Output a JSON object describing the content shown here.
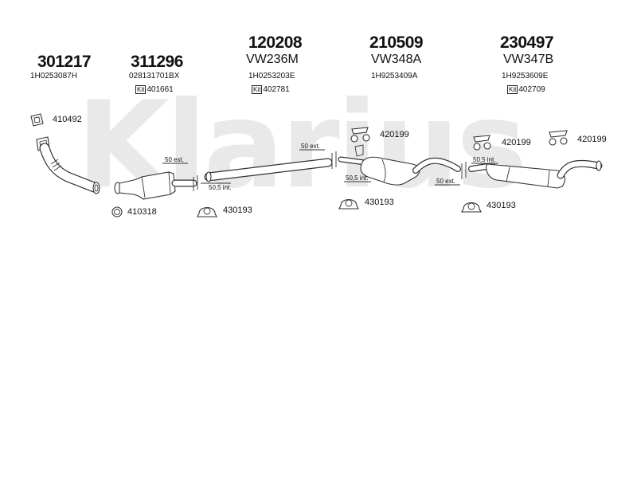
{
  "watermark": "Klarius",
  "parts": [
    {
      "number": "301217",
      "model": "",
      "oe": "1H0253087H",
      "kit_label": "",
      "kit": ""
    },
    {
      "number": "311296",
      "model": "",
      "oe": "028131701BX",
      "kit_label": "Kit",
      "kit": "401661"
    },
    {
      "number": "120208",
      "model": "VW236M",
      "oe": "1H0253203E",
      "kit_label": "Kit",
      "kit": "402781"
    },
    {
      "number": "210509",
      "model": "VW348A",
      "oe": "1H9253409A",
      "kit_label": "",
      "kit": ""
    },
    {
      "number": "230497",
      "model": "VW347B",
      "oe": "1H9253609E",
      "kit_label": "Kit",
      "kit": "402709"
    }
  ],
  "accessories": {
    "gasket_flange": "410492",
    "ring": "410318",
    "clamp_1": "430193",
    "clamp_2": "430193",
    "clamp_3": "430193",
    "hanger_1": "420199",
    "hanger_2": "420199",
    "hanger_3": "420199"
  },
  "dimensions": {
    "d1": "50 ext.",
    "d2": "50,5 int.",
    "d3": "50 ext.",
    "d4": "50,5 int.",
    "d5": "50 ext.",
    "d6": "50,5 int."
  }
}
